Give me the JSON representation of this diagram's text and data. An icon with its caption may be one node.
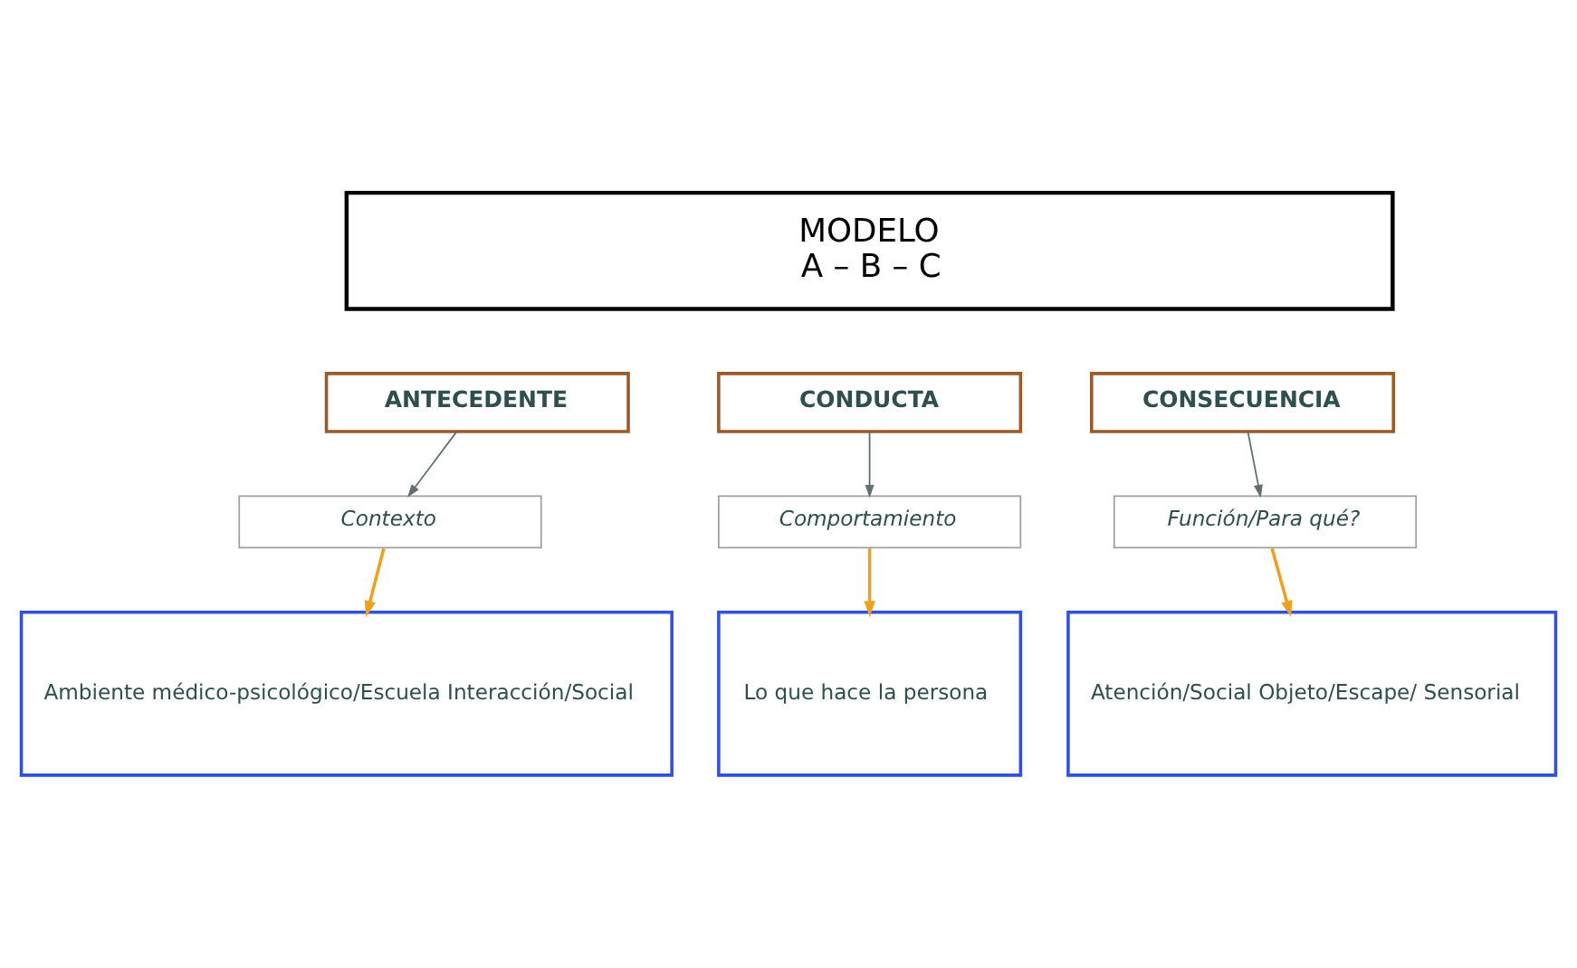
{
  "diagram": {
    "nodes": [
      {
        "text": [
          "MODELO",
          "A – B – C"
        ]
      },
      {
        "text": [
          "ANTECEDENTE"
        ]
      },
      {
        "text": [
          "CONDUCTA"
        ]
      },
      {
        "text": [
          "CONSECUENCIA"
        ]
      },
      {
        "text": [
          "Contexto"
        ]
      },
      {
        "text": [
          "Comportamiento"
        ]
      },
      {
        "text": [
          "Función/Para qué?"
        ]
      },
      {
        "text": [
          "Ambiente médico-psicológico/Escuela Interacción/Social"
        ]
      },
      {
        "text": [
          "Lo que hace la persona"
        ]
      },
      {
        "text": [
          "Atención/Social Objeto/Escape/ Sensorial"
        ]
      }
    ],
    "edges": [
      {
        "from": 1,
        "to": 4,
        "arrow": "to"
      },
      {
        "from": 2,
        "to": 5,
        "arrow": "to"
      },
      {
        "from": 3,
        "to": 6,
        "arrow": "to"
      },
      {
        "from": 4,
        "to": 7,
        "arrow": "to",
        "color": "#f0a020"
      },
      {
        "from": 5,
        "to": 8,
        "arrow": "to",
        "color": "#f0a020"
      },
      {
        "from": 6,
        "to": 9,
        "arrow": "to",
        "color": "#f0a020"
      }
    ]
  }
}
